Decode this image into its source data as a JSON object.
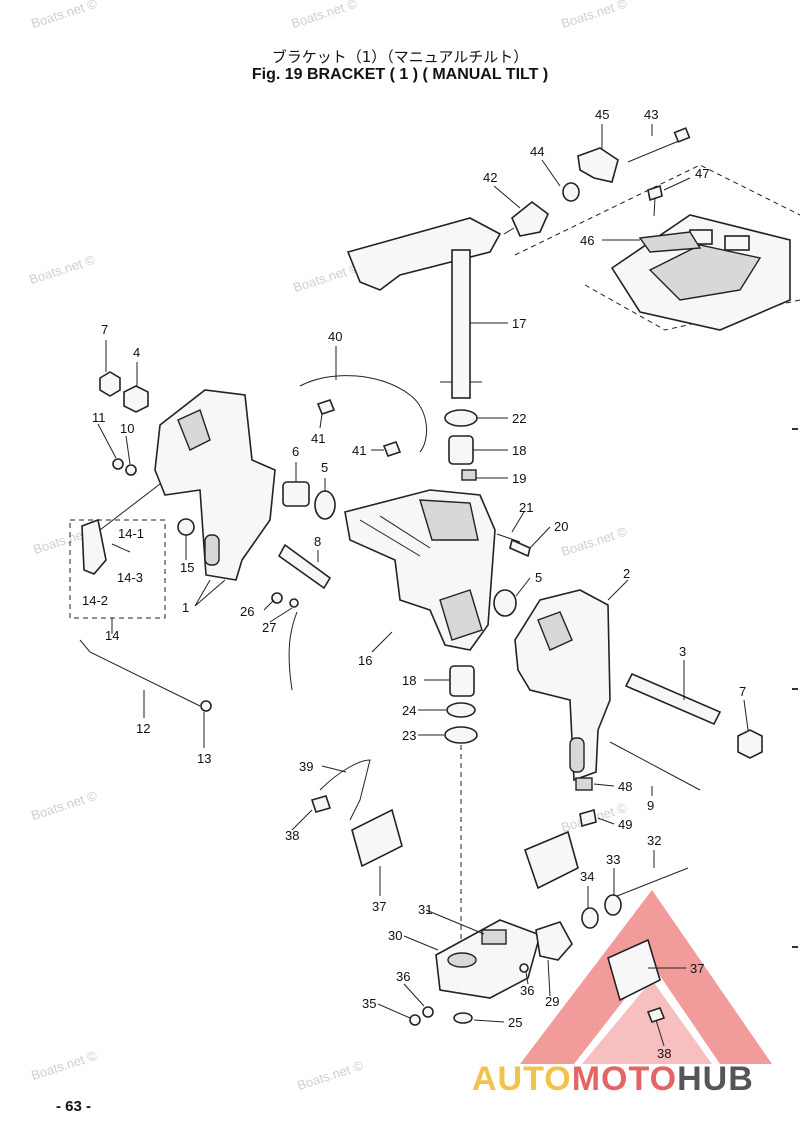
{
  "title_jp": "ブラケット（1）（マニュアルチルト）",
  "title_en": "Fig. 19   BRACKET ( 1 ) ( MANUAL TILT )",
  "page_number": "- 63 -",
  "watermark": "Boats.net ©",
  "logo": {
    "part1": "AUTO",
    "part2": "MOTO",
    "part3": "HUB",
    "colors": [
      "#f2c24a",
      "#e56565",
      "#555555"
    ]
  },
  "callouts": [
    "45",
    "43",
    "44",
    "47",
    "42",
    "46",
    "17",
    "40",
    "7",
    "4",
    "22",
    "11",
    "10",
    "41",
    "6",
    "5",
    "18",
    "41",
    "19",
    "21",
    "20",
    "14-1",
    "14-3",
    "15",
    "8",
    "5",
    "2",
    "14-2",
    "26",
    "27",
    "1",
    "14",
    "16",
    "3",
    "18",
    "7",
    "12",
    "24",
    "13",
    "23",
    "48",
    "9",
    "39",
    "49",
    "32",
    "38",
    "33",
    "34",
    "37",
    "31",
    "37",
    "30",
    "36",
    "29",
    "36",
    "35",
    "25",
    "38"
  ]
}
